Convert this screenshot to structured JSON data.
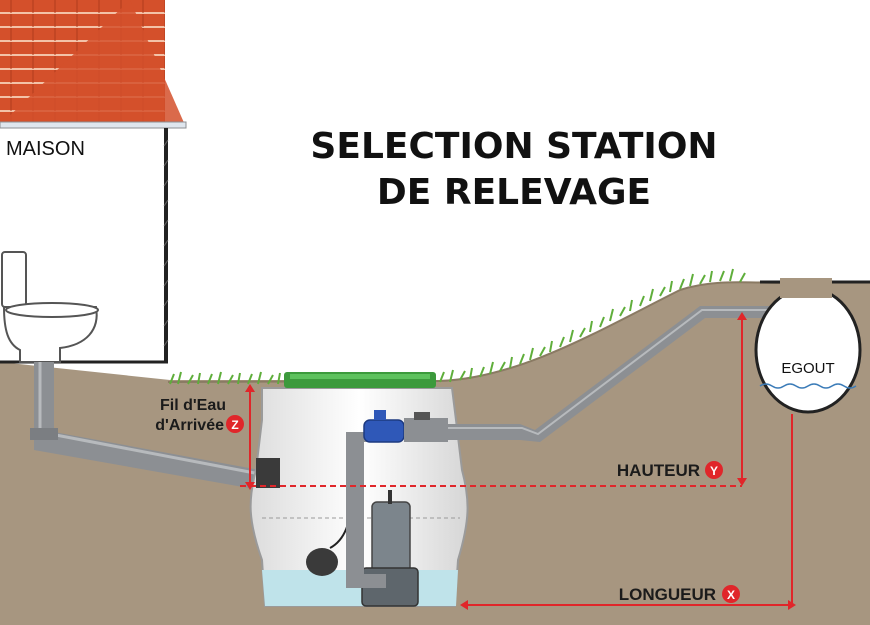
{
  "title": {
    "line1": "SELECTION STATION",
    "line2": "DE RELEVAGE"
  },
  "labels": {
    "house": "MAISON",
    "sewer": "EGOUT",
    "inlet_line1": "Fil d'Eau",
    "inlet_line2": "d'Arrivée",
    "inlet_badge": "Z",
    "height": "HAUTEUR",
    "height_badge": "Y",
    "length": "LONGUEUR",
    "length_badge": "X"
  },
  "colors": {
    "roof": "#d4502b",
    "soil": "#a79680",
    "grass": "#5fae3b",
    "pipe": "#8c8f93",
    "tank_lid": "#3c9a3c",
    "water": "#bfe3ea",
    "dimension": "#e0262a",
    "badge": "#e0262a",
    "valve": "#2f58b8"
  },
  "icons": {
    "toilet": "toilet-icon",
    "pump": "submersible-pump-icon",
    "float": "float-switch-icon",
    "valve": "check-valve-icon"
  }
}
